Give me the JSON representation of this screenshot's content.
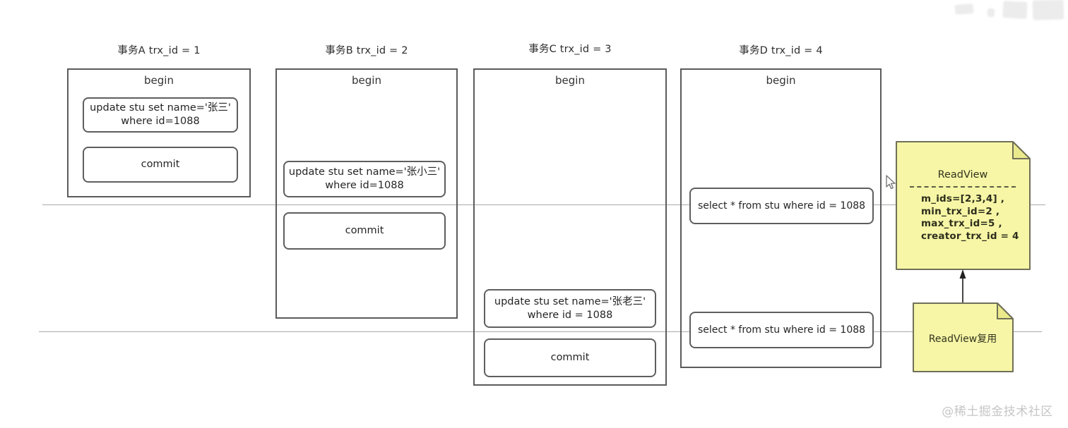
{
  "columns": [
    {
      "title": "事务A trx_id = 1",
      "begin_label": "begin",
      "steps": [
        {
          "text": "update stu set name='张三'\nwhere id=1088"
        },
        {
          "text": "commit"
        }
      ]
    },
    {
      "title": "事务B trx_id = 2",
      "begin_label": "begin",
      "steps": [
        {
          "text": "update stu set name='张小三'\nwhere id=1088"
        },
        {
          "text": "commit"
        }
      ]
    },
    {
      "title": "事务C trx_id = 3",
      "begin_label": "begin",
      "steps": [
        {
          "text": "update stu set name='张老三'\nwhere id = 1088"
        },
        {
          "text": "commit"
        }
      ]
    },
    {
      "title": "事务D trx_id = 4",
      "begin_label": "begin",
      "steps": [
        {
          "text": "select * from stu where id = 1088"
        },
        {
          "text": "select * from stu where id = 1088"
        }
      ]
    }
  ],
  "readview_note": {
    "title": "ReadView",
    "lines": "m_ids=[2,3,4] ,\nmin_trx_id=2  ,\nmax_trx_id=5  ,\ncreator_trx_id = 4"
  },
  "reuse_note": {
    "label": "ReadView复用"
  },
  "watermark": "@稀土掘金技术社区",
  "colors": {
    "note_yellow": "#f6f6a6",
    "note_fold": "#eaea8c",
    "note_border": "#70705a",
    "timeline_gray": "#a9a9a9"
  }
}
